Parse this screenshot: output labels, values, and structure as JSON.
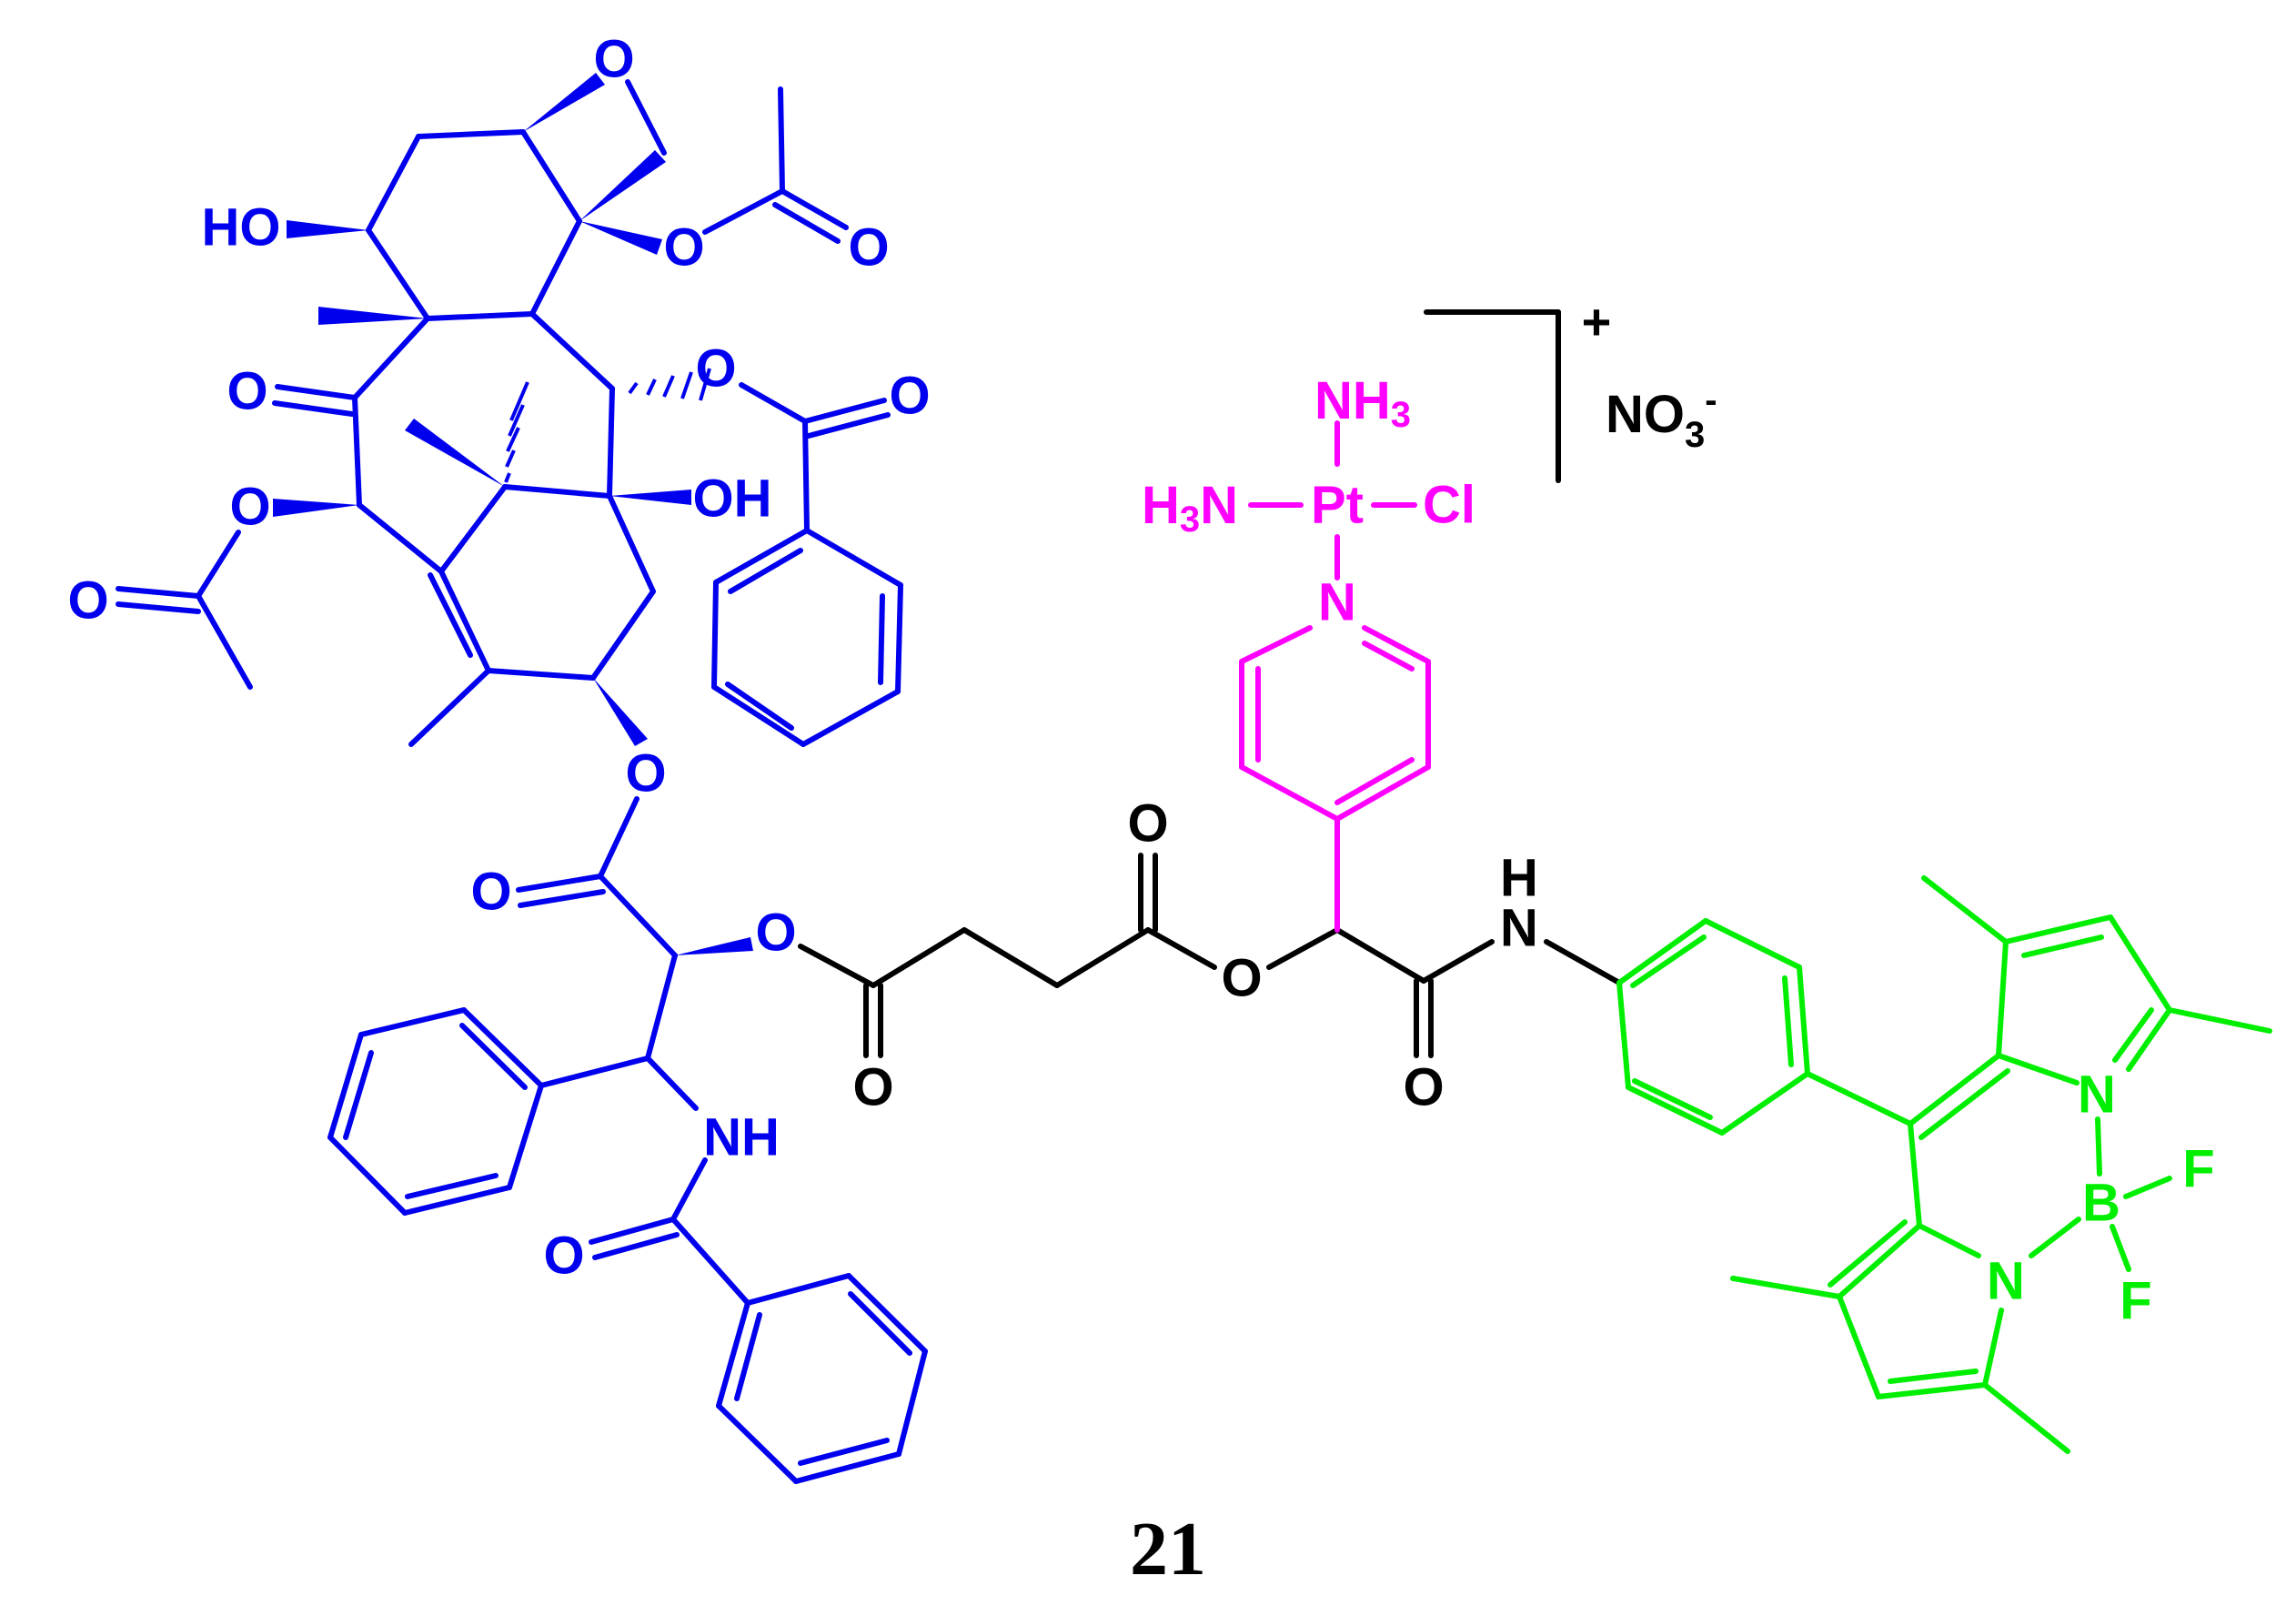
{
  "compound_number": "21",
  "charge": "+",
  "counterion": {
    "base": "NO",
    "sub": "3",
    "sup": "-"
  },
  "colors": {
    "paclitaxel": "#0000ee",
    "linker": "#000000",
    "platinum": "#ff00ff",
    "bodipy": "#00ee00"
  },
  "labels": {
    "o_epoxide": "O",
    "ho_c7": "HO",
    "o_acetyl_c4": "O",
    "o_acetyl_c4_carbonyl": "O",
    "o_ketone_c9": "O",
    "o_benzoate": "O",
    "o_benzoate_carbonyl": "O",
    "oh_c1": "OH",
    "o_acetyl_c10": "O",
    "o_acetyl_c10_carbonyl": "O",
    "o_c13": "O",
    "o_side_carbonyl": "O",
    "o_c2p": "O",
    "nh_amide": "NH",
    "o_amide_carbonyl": "O",
    "o_succ_1": "O",
    "o_succ_2": "O",
    "o_ester": "O",
    "o_amide2": "O",
    "h_nh": "H",
    "n_nh": "N",
    "nh3_base": "NH",
    "nh3_sub": "3",
    "h3n_h": "H",
    "h3n_sub": "3",
    "h3n_n": "N",
    "pt": "Pt",
    "cl": "Cl",
    "n_pyridine": "N",
    "n_bodipy_1": "N",
    "n_bodipy_2": "N",
    "b_bodipy": "B",
    "f_1": "F",
    "f_2": "F"
  }
}
